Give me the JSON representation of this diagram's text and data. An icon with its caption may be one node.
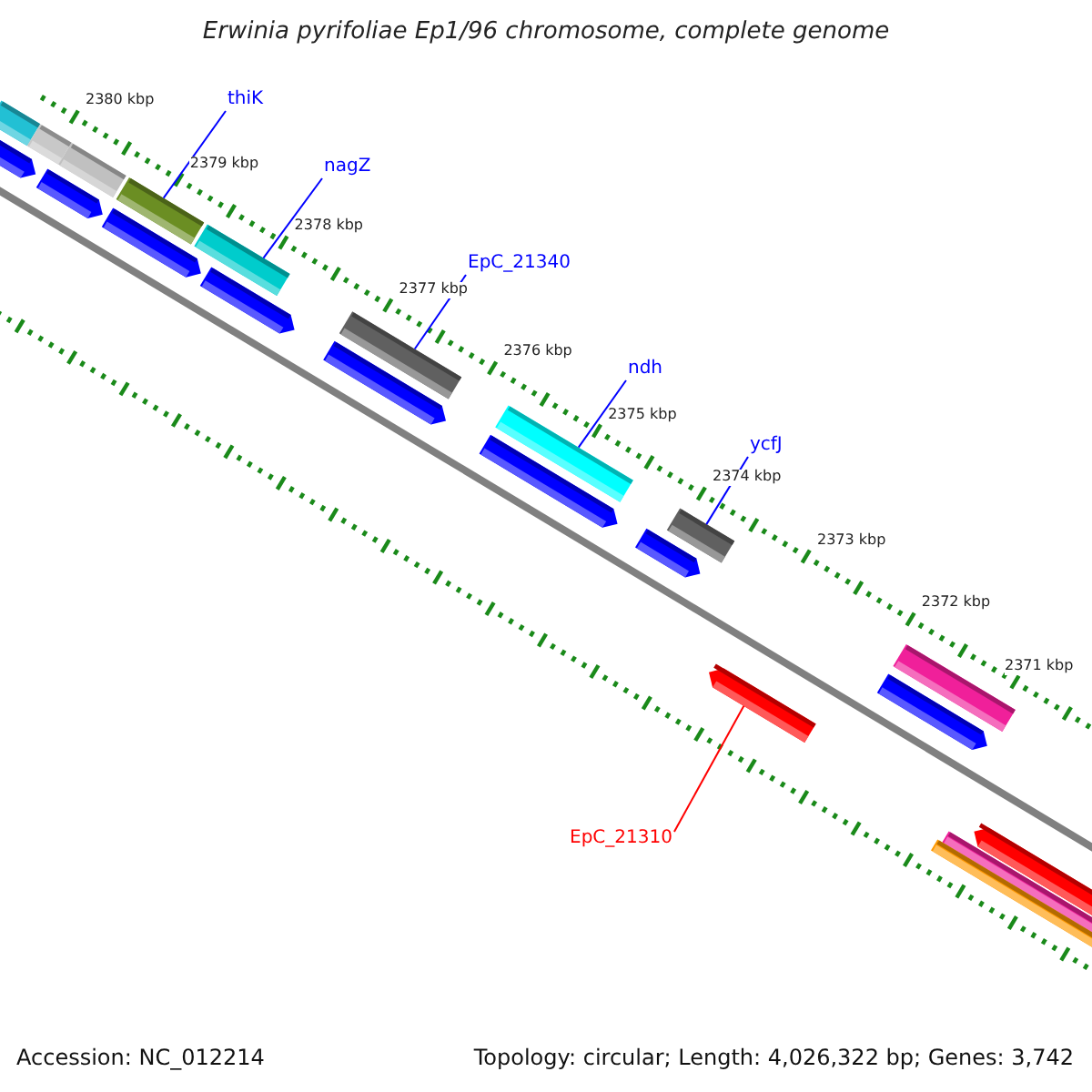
{
  "diagram": {
    "title": "Erwinia pyrifoliae Ep1/96 chromosome, complete genome",
    "nodes": [
      {
        "text": [
          "thiK"
        ]
      },
      {
        "text": [],
        "shape": "bar"
      },
      {
        "text": [
          "nagZ"
        ]
      },
      {
        "text": [],
        "shape": "bar"
      },
      {
        "text": [
          "EpC_21340"
        ]
      },
      {
        "text": [],
        "shape": "bar"
      },
      {
        "text": [
          "ndh"
        ]
      },
      {
        "text": [],
        "shape": "bar"
      },
      {
        "text": [
          "ycfJ"
        ]
      },
      {
        "text": [],
        "shape": "bar"
      },
      {
        "text": [
          "EpC_21310"
        ]
      },
      {
        "text": [],
        "shape": "bar"
      }
    ],
    "edges": [
      {
        "from": 0,
        "to": 1,
        "arrow": "none"
      },
      {
        "from": 2,
        "to": 3,
        "arrow": "none"
      },
      {
        "from": 4,
        "to": 5,
        "arrow": "none"
      },
      {
        "from": 6,
        "to": 7,
        "arrow": "none"
      },
      {
        "from": 8,
        "to": 9,
        "arrow": "none"
      },
      {
        "from": 10,
        "to": 11,
        "arrow": "none",
        "color": "#ff0000"
      }
    ],
    "labels": [
      "2380 kbp",
      "2379 kbp",
      "2378 kbp",
      "2377 kbp",
      "2376 kbp",
      "2375 kbp",
      "2374 kbp",
      "2373 kbp",
      "2372 kbp",
      "2371 kbp",
      "Accession: NC_012214",
      "Topology: circular; Length: 4,026,322 bp; Genes: 3,742"
    ]
  }
}
